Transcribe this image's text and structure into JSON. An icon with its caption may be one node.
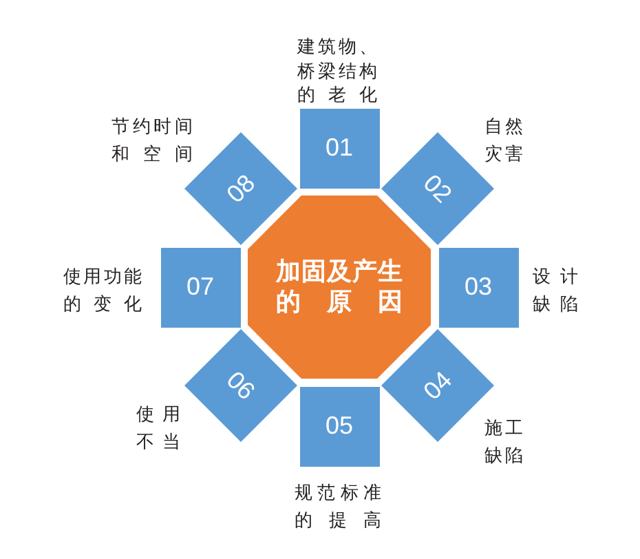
{
  "diagram": {
    "nodes": [
      {
        "text": [
          "加固及产生的原因"
        ]
      },
      {
        "text": [
          "01"
        ],
        "beside": [
          "建筑物、桥梁结构的老化"
        ]
      },
      {
        "text": [
          "02"
        ],
        "beside": [
          "自然灾害"
        ]
      },
      {
        "text": [
          "03"
        ],
        "beside": [
          "设计缺陷"
        ]
      },
      {
        "text": [
          "04"
        ],
        "beside": [
          "施工缺陷"
        ]
      },
      {
        "text": [
          "05"
        ],
        "beside": [
          "规范标准的提高"
        ]
      },
      {
        "text": [
          "06"
        ],
        "beside": [
          "使用不当"
        ]
      },
      {
        "text": [
          "07"
        ],
        "beside": [
          "使用功能的变化"
        ]
      },
      {
        "text": [
          "08"
        ],
        "beside": [
          "节约时间和空间"
        ]
      }
    ]
  }
}
